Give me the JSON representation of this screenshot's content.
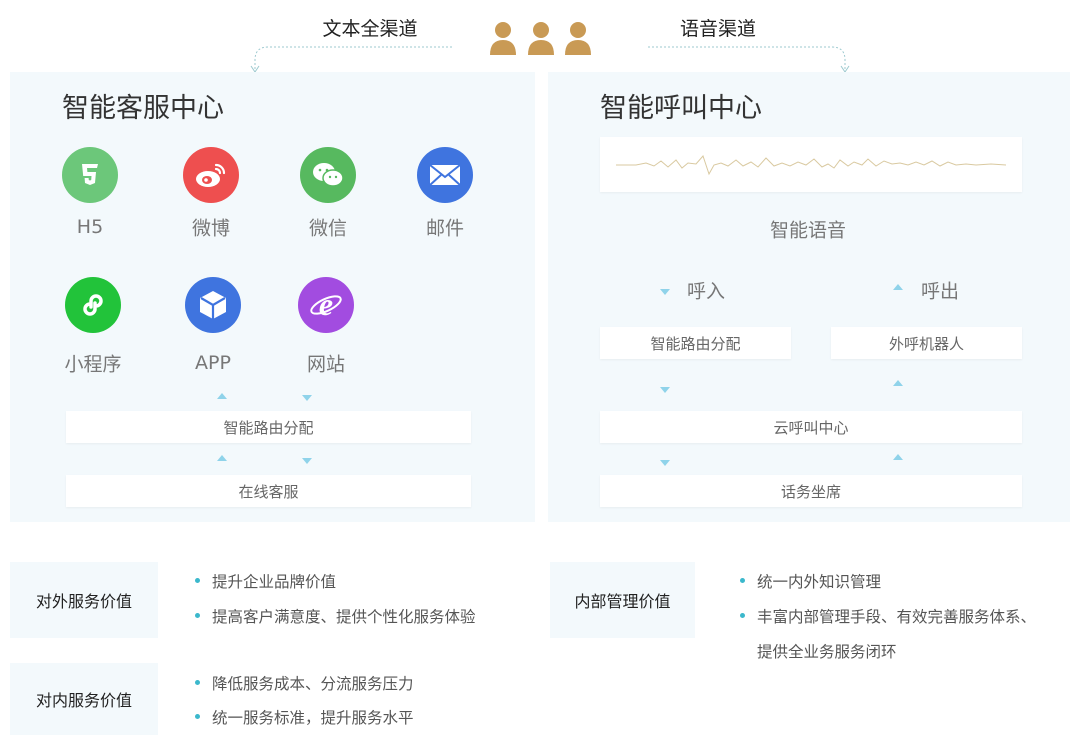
{
  "top": {
    "text_channel": "文本全渠道",
    "voice_channel": "语音渠道"
  },
  "left": {
    "title": "智能客服中心",
    "channels": [
      {
        "label": "H5",
        "icon": "html5-icon",
        "color": "#6cc77a"
      },
      {
        "label": "微博",
        "icon": "weibo-icon",
        "color": "#ee4f4f"
      },
      {
        "label": "微信",
        "icon": "wechat-icon",
        "color": "#57b95f"
      },
      {
        "label": "邮件",
        "icon": "mail-icon",
        "color": "#3f74df"
      },
      {
        "label": "小程序",
        "icon": "miniprogram-icon",
        "color": "#22c33a"
      },
      {
        "label": "APP",
        "icon": "app-cube-icon",
        "color": "#3f74df"
      },
      {
        "label": "网站",
        "icon": "ie-browser-icon",
        "color": "#a24ce0"
      }
    ],
    "routing": "智能路由分配",
    "online": "在线客服"
  },
  "right": {
    "title": "智能呼叫中心",
    "voice": "智能语音",
    "inbound": "呼入",
    "outbound": "呼出",
    "routing": "智能路由分配",
    "robot": "外呼机器人",
    "cloud": "云呼叫中心",
    "agent": "话务坐席"
  },
  "values": {
    "external": {
      "label": "对外服务价值",
      "items": [
        "提升企业品牌价值",
        "提高客户满意度、提供个性化服务体验"
      ]
    },
    "internal": {
      "label": "对内服务价值",
      "items": [
        "降低服务成本、分流服务压力",
        "统一服务标准，提升服务水平"
      ]
    },
    "management": {
      "label": "内部管理价值",
      "items": [
        "统一内外知识管理",
        "丰富内部管理手段、有效完善服务体系、",
        "提供全业务服务闭环"
      ]
    }
  },
  "colors": {
    "panel": "#f3f9fc",
    "arrow": "#8fd3ea",
    "bullet": "#3bb8cc",
    "person": "#c99a55"
  }
}
